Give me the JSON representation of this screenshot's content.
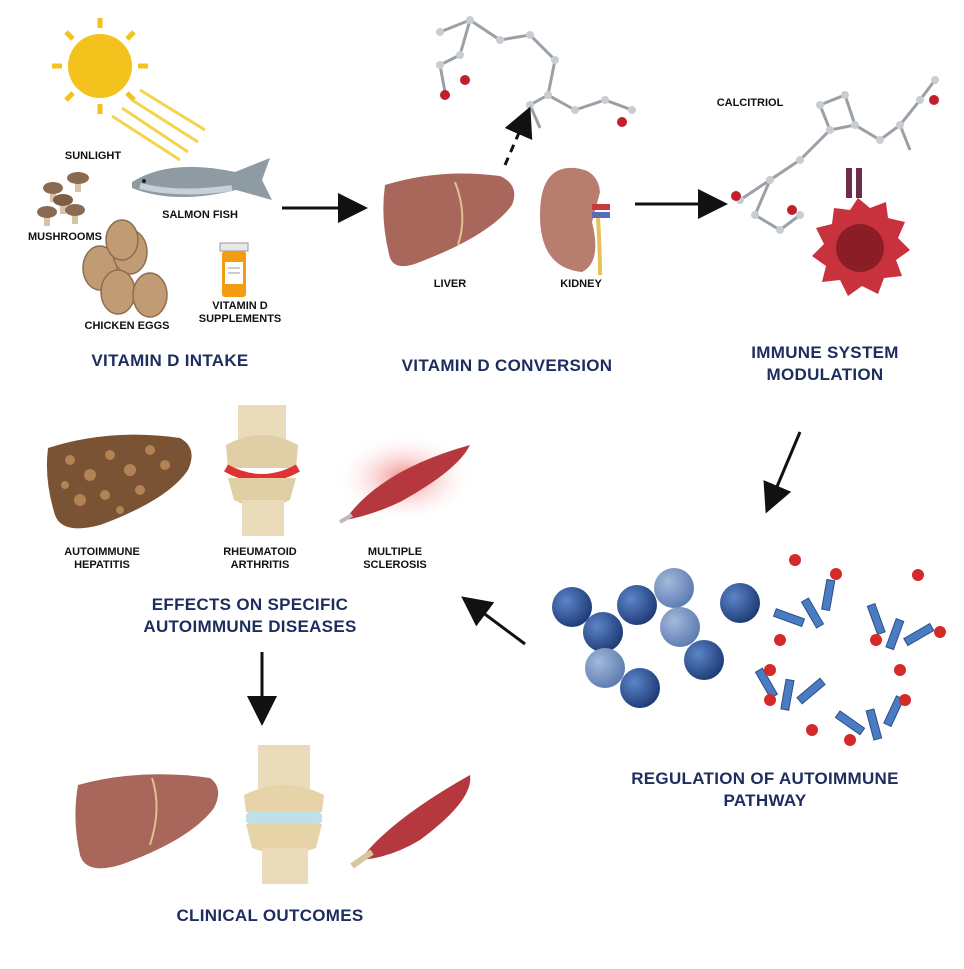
{
  "labels": {
    "sunlight": "SUNLIGHT",
    "salmon": "SALMON FISH",
    "mushrooms": "MUSHROOMS",
    "eggs": "CHICKEN EGGS",
    "supplements": "VITAMIN D\nSUPPLEMENTS",
    "liver": "LIVER",
    "kidney": "KIDNEY",
    "calcitriol": "CALCITRIOL",
    "hepatitis": "AUTOIMMUNE\nHEPATITIS",
    "arthritis": "RHEUMATOID\nARTHRITIS",
    "sclerosis": "MULTIPLE\nSCLEROSIS"
  },
  "stages": {
    "intake": "VITAMIN D INTAKE",
    "conversion": "VITAMIN D CONVERSION",
    "immune": "IMMUNE SYSTEM\nMODULATION",
    "regulation": "REGULATION OF AUTOIMMUNE\nPATHWAY",
    "effects": "EFFECTS ON SPECIFIC\nAUTOIMMUNE DISEASES",
    "outcomes": "CLINICAL OUTCOMES"
  },
  "colors": {
    "heading": "#1c2d5e",
    "liver": "#a8675a",
    "sun": "#f3c21c",
    "cell_blue": "#2a4f8f",
    "antibody": "#4a7cc4",
    "antigen": "#d42a2a"
  }
}
